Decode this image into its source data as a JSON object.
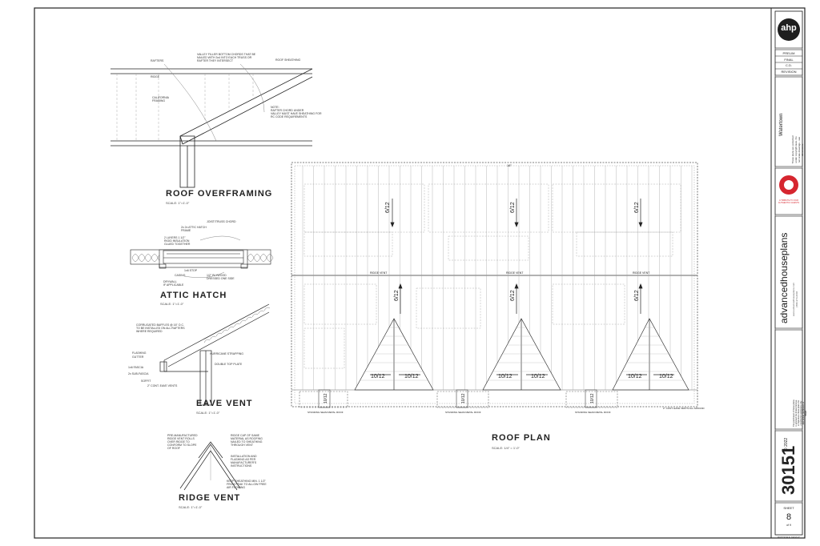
{
  "sheet": {
    "plan_title": "ROOF PLAN",
    "plan_scale": "SCALE: 1/4\" = 1'-0\"",
    "slopes": {
      "upper": "6/12",
      "lower": "6/12",
      "gable_left": "10/12",
      "gable_right": "10/12",
      "porch": "10/12"
    },
    "plan_labels": {
      "ridge_vent": "RIDGE VENT",
      "hip_mark": "16\"",
      "standing_seam": "STANDING SEAM METAL ROOF",
      "cont_eave_vents": "2\" CONT. EAVE VENTS\nALL AROUND"
    },
    "details": [
      {
        "title": "ROOF OVERFRAMING",
        "scale": "SCALE: 1\"=1'-0\""
      },
      {
        "title": "ATTIC HATCH",
        "scale": "SCALE: 1\"=1'-0\""
      },
      {
        "title": "EAVE VENT",
        "scale": "SCALE: 1\"=1'-0\""
      },
      {
        "title": "RIDGE VENT",
        "scale": "SCALE: 1\"=1'-0\""
      }
    ],
    "overframing_notes": {
      "rafters": "RAFTERS",
      "ridge": "RIDGE",
      "valley": "VALLEY FILLER BOTTOM CHORDS THAT BE\nNAILED WITH 3x4 INTO EACH TRUSS OR\nRAFTER THEY INTERSECT",
      "sheathing": "ROOF SHEATHING",
      "california": "CALIFORNIA\nFRAMING",
      "rafter_chord": "NOTE:\nRAFTER CHORD UNDER\nVALLEY MUST HAVE SHEATHING FOR\nRC CODE REQUIREMENTS"
    },
    "attic_notes": {
      "joist": "JOIST/TRUSS CHORD",
      "framing": "2x 2x ATTIC HATCH\nFRAME",
      "layers": "2 LAYERS 1 1/2\"\nRIGID INSULATION\nGLUED TOGETHER",
      "stop": "1x6 STOP",
      "plywood": "1/2\" PLYWOOD\nDRESSED ONE SIDE",
      "casing": "CASING",
      "drywall": "DRYWALL\nIF APPLICABLE"
    },
    "eave_notes": {
      "baffles": "CORRUGATED BAFFLES @ 16\" O.C.\nTO BE INSTALLED ON ALL RAFTERS\nWHERE REQUIRED",
      "hurricane": "HURRICANE STRAPPING",
      "flashing": "FLASHING",
      "gutter": "GUTTER",
      "fascia": "1x6 FASCIA",
      "subfascia": "2x SUB-FASCIA",
      "soffit": "SOFFIT",
      "cont": "2\" CONT. EAVE VENTS",
      "top_plate": "DOUBLE TOP PLATE"
    },
    "ridge_notes": {
      "premanufactured": "PRE-MANUFACTURED\nRIDGE VENT ROLLS\nOVER RIDGE TO\nCONFORM TO SLOPE\nOF ROOF",
      "cap": "RIDGE CAP OF SAME\nMATERIAL AS ROOFING\nNAILED TO SHEATHING\nTHROUGH VENT",
      "install": "INSTALLATION AND\nFLASHING AS PER\nMANUFACTURER'S\nINSTRUCTIONS",
      "keep": "KEEP SHEATHING MIN. 1 1/2\"\nFROM PEAK TO ALLOW FREE\nAIR FLOWING"
    }
  },
  "title_block": {
    "logo": "ahp",
    "revision_lines": [
      "PRELIM",
      "FINAL",
      "C.D.",
      "REVISION"
    ],
    "project_name": "Watertown",
    "side_note": "These plans are protected under copyright laws. Do not scale drawings - see dimensions.",
    "badge_text": "A TRIBUTE TO OUR\nAUTHENTIC GUESTS",
    "brand": "advancedhouseplans",
    "brand_sub": "www.advancedhouseplans.com  |  800-373-2646",
    "legal": "The purchaser of these plans is granted the limited license to reproduce these plans for construction purposes only and further distribution is illegal.",
    "copyright": "© 2022",
    "plan_number": "30151",
    "sheet_label": "SHEET",
    "sheet_number": "8",
    "sheet_of": "of 9",
    "footer": "PLOT SCALE: 1/4\"=1'-0\""
  },
  "colors": {
    "ink": "#222222",
    "grid": "#9a9a9a",
    "badge": "#d6262f"
  }
}
